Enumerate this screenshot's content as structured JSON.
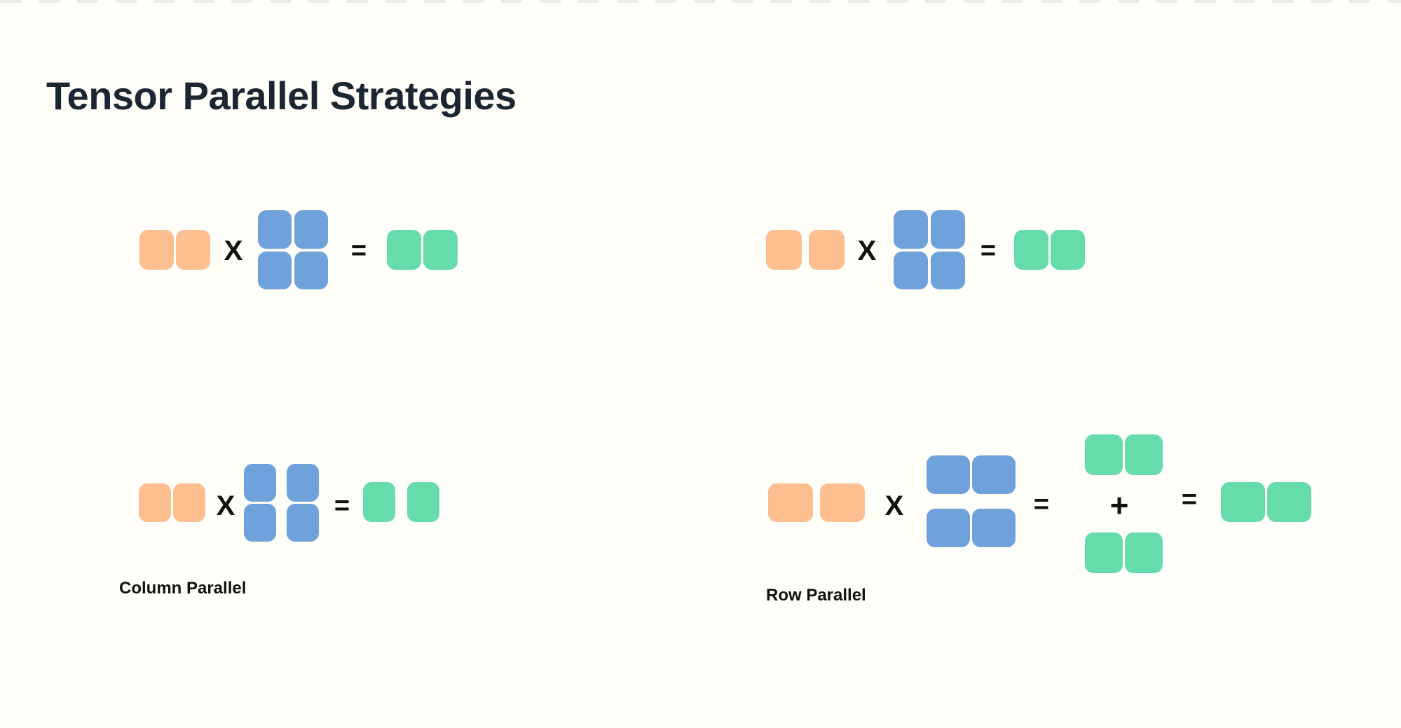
{
  "title": "Tensor Parallel Strategies",
  "ops": {
    "multiply": "X",
    "equals": "=",
    "plus": "+"
  },
  "palette": {
    "background": "#FFFEF9",
    "title_text": "#1B2633",
    "label_text": "#111111",
    "operator_text": "#111111",
    "input_orange": "#FDBE90",
    "weight_blue": "#6FA1DA",
    "output_green": "#66DCAC",
    "top_edge_dash": "#ECEBE6"
  },
  "diagrams": [
    {
      "name": "top-left-replicated",
      "label": "",
      "input": {
        "blocks": 2,
        "color": "orange",
        "separated": false
      },
      "weight": {
        "rows": 2,
        "cols": 2,
        "color": "blue",
        "split": "none"
      },
      "outputs": [
        {
          "blocks": 2,
          "color": "green",
          "separated": false
        }
      ]
    },
    {
      "name": "top-right-replicated",
      "label": "",
      "input": {
        "blocks": 2,
        "color": "orange",
        "separated": true
      },
      "weight": {
        "rows": 2,
        "cols": 2,
        "color": "blue",
        "split": "none"
      },
      "outputs": [
        {
          "blocks": 2,
          "color": "green",
          "separated": false
        }
      ]
    },
    {
      "name": "column-parallel",
      "label": "Column Parallel",
      "input": {
        "blocks": 2,
        "color": "orange",
        "separated": false
      },
      "weight": {
        "rows": 2,
        "cols": 2,
        "color": "blue",
        "split": "columns"
      },
      "outputs": [
        {
          "blocks": 2,
          "color": "green",
          "separated": true
        }
      ]
    },
    {
      "name": "row-parallel",
      "label": "Row Parallel",
      "input": {
        "blocks": 2,
        "color": "orange",
        "separated": true
      },
      "weight": {
        "rows": 2,
        "cols": 2,
        "color": "blue",
        "split": "rows"
      },
      "outputs": [
        {
          "blocks": 2,
          "color": "green",
          "separated": false
        },
        {
          "blocks": 2,
          "color": "green",
          "separated": false
        }
      ],
      "combine": "+",
      "final_output": {
        "blocks": 2,
        "color": "green",
        "separated": false
      }
    }
  ]
}
